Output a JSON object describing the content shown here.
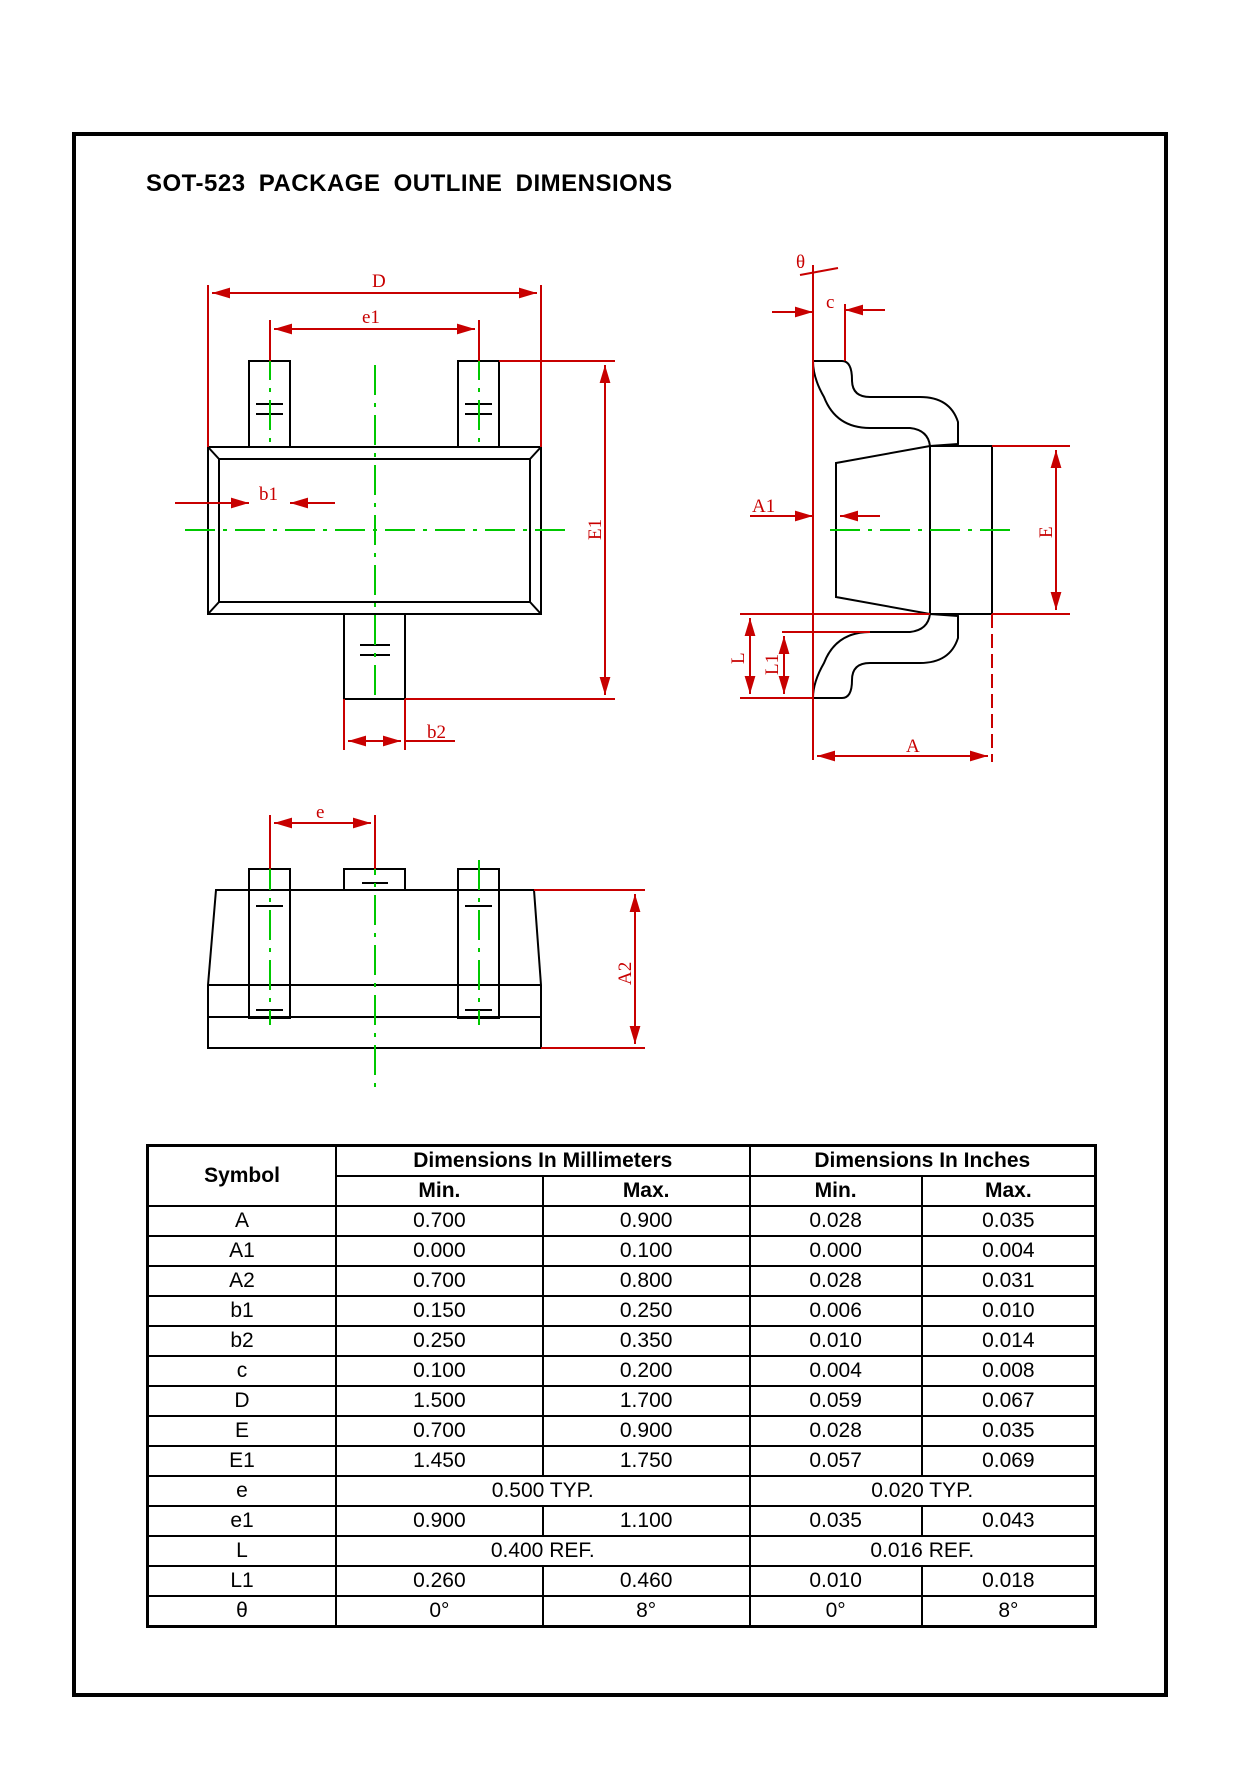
{
  "title": "SOT-523 PACKAGE OUTLINE DIMENSIONS",
  "drawing_labels": {
    "D": "D",
    "e1": "e1",
    "b1": "b1",
    "E1": "E1",
    "b2": "b2",
    "theta": "θ",
    "c": "c",
    "A1": "A1",
    "E": "E",
    "L": "L",
    "L1": "L1",
    "A": "A",
    "e": "e",
    "A2": "A2"
  },
  "colors": {
    "dimension": "#c80000",
    "centerline": "#00c800",
    "outline": "#000000"
  },
  "table": {
    "symbol_header": "Symbol",
    "mm_header": "Dimensions In Millimeters",
    "in_header": "Dimensions In Inches",
    "min_label": "Min.",
    "max_label": "Max.",
    "rows": [
      {
        "symbol": "A",
        "mm_min": "0.700",
        "mm_max": "0.900",
        "in_min": "0.028",
        "in_max": "0.035"
      },
      {
        "symbol": "A1",
        "mm_min": "0.000",
        "mm_max": "0.100",
        "in_min": "0.000",
        "in_max": "0.004"
      },
      {
        "symbol": "A2",
        "mm_min": "0.700",
        "mm_max": "0.800",
        "in_min": "0.028",
        "in_max": "0.031"
      },
      {
        "symbol": "b1",
        "mm_min": "0.150",
        "mm_max": "0.250",
        "in_min": "0.006",
        "in_max": "0.010"
      },
      {
        "symbol": "b2",
        "mm_min": "0.250",
        "mm_max": "0.350",
        "in_min": "0.010",
        "in_max": "0.014"
      },
      {
        "symbol": "c",
        "mm_min": "0.100",
        "mm_max": "0.200",
        "in_min": "0.004",
        "in_max": "0.008"
      },
      {
        "symbol": "D",
        "mm_min": "1.500",
        "mm_max": "1.700",
        "in_min": "0.059",
        "in_max": "0.067"
      },
      {
        "symbol": "E",
        "mm_min": "0.700",
        "mm_max": "0.900",
        "in_min": "0.028",
        "in_max": "0.035"
      },
      {
        "symbol": "E1",
        "mm_min": "1.450",
        "mm_max": "1.750",
        "in_min": "0.057",
        "in_max": "0.069"
      },
      {
        "symbol": "e",
        "mm_typ": "0.500 TYP.",
        "in_typ": "0.020 TYP."
      },
      {
        "symbol": "e1",
        "mm_min": "0.900",
        "mm_max": "1.100",
        "in_min": "0.035",
        "in_max": "0.043"
      },
      {
        "symbol": "L",
        "mm_typ": "0.400 REF.",
        "in_typ": "0.016 REF."
      },
      {
        "symbol": "L1",
        "mm_min": "0.260",
        "mm_max": "0.460",
        "in_min": "0.010",
        "in_max": "0.018"
      },
      {
        "symbol": "θ",
        "mm_min": "0°",
        "mm_max": "8°",
        "in_min": "0°",
        "in_max": "8°"
      }
    ]
  }
}
